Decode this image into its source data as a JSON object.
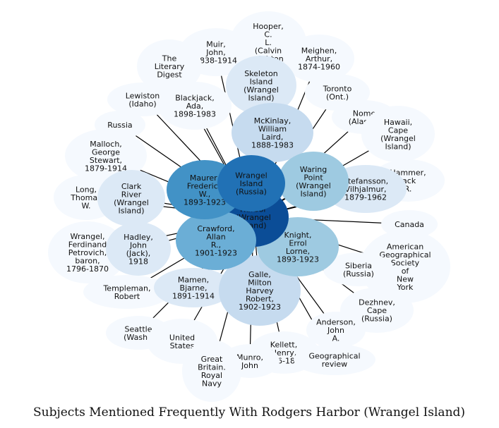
{
  "title": "Subjects Mentioned Frequently With Rodgers Harbor (Wrangel Island)",
  "center": {
    "label": "Rodgers Harbor (Wrangel Island)",
    "lines": [
      "Harbor",
      "(Wrangel",
      "Island)"
    ],
    "color": "#0b4d97"
  },
  "colors": {
    "ring3": "#f5f9fe",
    "ring2": "#dce9f6",
    "ring2b": "#c6dbef",
    "ring1": "#9ecae1",
    "mid": "#6baed6",
    "strong": "#4292c6",
    "stronger": "#2171b5",
    "edge": "#000000"
  },
  "subjects": [
    {
      "label": "Wrangel Island (Russia)",
      "lines": [
        "Wrangel",
        "Island",
        "(Russia)"
      ],
      "tier": "stronger"
    },
    {
      "label": "Maurer, Frederick W., 1893-1923",
      "lines": [
        "Maurer,",
        "Frederick",
        "W.,",
        "1893-1923"
      ],
      "tier": "strong"
    },
    {
      "label": "Crawford, Allan R., 1901-1923",
      "lines": [
        "Crawford,",
        "Allan",
        "R.,",
        "1901-1923"
      ],
      "tier": "mid"
    },
    {
      "label": "Knight, Errol Lorne, 1893-1923",
      "lines": [
        "Knight,",
        "Errol",
        "Lorne,",
        "1893-1923"
      ],
      "tier": "ring1"
    },
    {
      "label": "Waring Point (Wrangel Island)",
      "lines": [
        "Waring",
        "Point",
        "(Wrangel",
        "Island)"
      ],
      "tier": "ring1"
    },
    {
      "label": "McKinlay, William Laird, 1888-1983",
      "lines": [
        "McKinlay,",
        "William",
        "Laird,",
        "1888-1983"
      ],
      "tier": "ring2b"
    },
    {
      "label": "Galle, Milton Harvey Robert, 1902-1923",
      "lines": [
        "Galle,",
        "Milton",
        "Harvey",
        "Robert,",
        "1902-1923"
      ],
      "tier": "ring2b"
    },
    {
      "label": "Skeleton Island (Wrangel Island)",
      "lines": [
        "Skeleton",
        "Island",
        "(Wrangel",
        "Island)"
      ],
      "tier": "ring2"
    },
    {
      "label": "Mamen, Bjarne, 1891-1914",
      "lines": [
        "Mamen,",
        "Bjarne,",
        "1891-1914"
      ],
      "tier": "ring2"
    },
    {
      "label": "Stefansson, Vilhjalmur, 1879-1962",
      "lines": [
        "Stefansson,",
        "Vilhjalmur,",
        "1879-1962"
      ],
      "tier": "ring2"
    },
    {
      "label": "Hadley, John (Jack), 1918",
      "lines": [
        "Hadley,",
        "John",
        "(Jack),",
        "1918"
      ],
      "tier": "ring2"
    },
    {
      "label": "Clark River (Wrangel Island)",
      "lines": [
        "Clark",
        "River",
        "(Wrangel",
        "Island)"
      ],
      "tier": "ring2"
    },
    {
      "label": "Hooper, C. L. (Calvin Leighton)",
      "lines": [
        "Hooper,",
        "C.",
        "L.",
        "(Calvin",
        "Leighton)"
      ],
      "tier": "ring3"
    },
    {
      "label": "Muir, John, 1838-1914",
      "lines": [
        "Muir,",
        "John,",
        "1838-1914"
      ],
      "tier": "ring3"
    },
    {
      "label": "Meighen, Arthur, 1874-1960",
      "lines": [
        "Meighen,",
        "Arthur,",
        "1874-1960"
      ],
      "tier": "ring3"
    },
    {
      "label": "The Literary Digest",
      "lines": [
        "The",
        "Literary",
        "Digest"
      ],
      "tier": "ring3"
    },
    {
      "label": "Toronto (Ont.)",
      "lines": [
        "Toronto",
        "(Ont.)"
      ],
      "tier": "ring3"
    },
    {
      "label": "Lewiston (Idaho)",
      "lines": [
        "Lewiston",
        "(Idaho)"
      ],
      "tier": "ring3"
    },
    {
      "label": "Blackjack, Ada, 1898-1983",
      "lines": [
        "Blackjack,",
        "Ada,",
        "1898-1983"
      ],
      "tier": "ring3"
    },
    {
      "label": "Nome (Alaska)",
      "lines": [
        "Nome",
        "(Alaska)"
      ],
      "tier": "ring3"
    },
    {
      "label": "Russia",
      "lines": [
        "Russia"
      ],
      "tier": "ring3"
    },
    {
      "label": "Hawaii, Cape (Wrangel Island)",
      "lines": [
        "Hawaii,",
        "Cape",
        "(Wrangel",
        "Island)"
      ],
      "tier": "ring3"
    },
    {
      "label": "Malloch, George Stewart, 1879-1914",
      "lines": [
        "Malloch,",
        "George",
        "Stewart,",
        "1879-1914"
      ],
      "tier": "ring3"
    },
    {
      "label": "Hammer, Jack R.",
      "lines": [
        "Hammer,",
        "Jack",
        "R."
      ],
      "tier": "ring3"
    },
    {
      "label": "Long, Thomas W.",
      "lines": [
        "Long,",
        "Thomas",
        "W."
      ],
      "tier": "ring3"
    },
    {
      "label": "Canada",
      "lines": [
        "Canada"
      ],
      "tier": "ring3"
    },
    {
      "label": "Wrangel, Ferdinand Petrovich, baron, 1796-1870",
      "lines": [
        "Wrangel,",
        "Ferdinand",
        "Petrovich,",
        "baron,",
        "1796-1870"
      ],
      "tier": "ring3"
    },
    {
      "label": "American Geographical Society of New York",
      "lines": [
        "American",
        "Geographical",
        "Society",
        "of",
        "New",
        "York"
      ],
      "tier": "ring3"
    },
    {
      "label": "Siberia (Russia)",
      "lines": [
        "Siberia",
        "(Russia)"
      ],
      "tier": "ring3"
    },
    {
      "label": "Templeman, Robert",
      "lines": [
        "Templeman,",
        "Robert"
      ],
      "tier": "ring3"
    },
    {
      "label": "Dezhnev, Cape (Russia)",
      "lines": [
        "Dezhnev,",
        "Cape",
        "(Russia)"
      ],
      "tier": "ring3"
    },
    {
      "label": "Seattle (Wash.)",
      "lines": [
        "Seattle",
        "(Wash.)"
      ],
      "tier": "ring3"
    },
    {
      "label": "United States",
      "lines": [
        "United",
        "States"
      ],
      "tier": "ring3"
    },
    {
      "label": "Anderson, John A.",
      "lines": [
        "Anderson,",
        "John",
        "A."
      ],
      "tier": "ring3"
    },
    {
      "label": "Kellett, Henry, 1806-1875",
      "lines": [
        "Kellett,",
        "Henry,",
        "1806-1875"
      ],
      "tier": "ring3"
    },
    {
      "label": "Geographical review",
      "lines": [
        "Geographical",
        "review"
      ],
      "tier": "ring3"
    },
    {
      "label": "Munro, John",
      "lines": [
        "Munro,",
        "John"
      ],
      "tier": "ring3"
    },
    {
      "label": "Great Britain. Royal Navy",
      "lines": [
        "Great",
        "Britain.",
        "Royal",
        "Navy"
      ],
      "tier": "ring3"
    }
  ]
}
